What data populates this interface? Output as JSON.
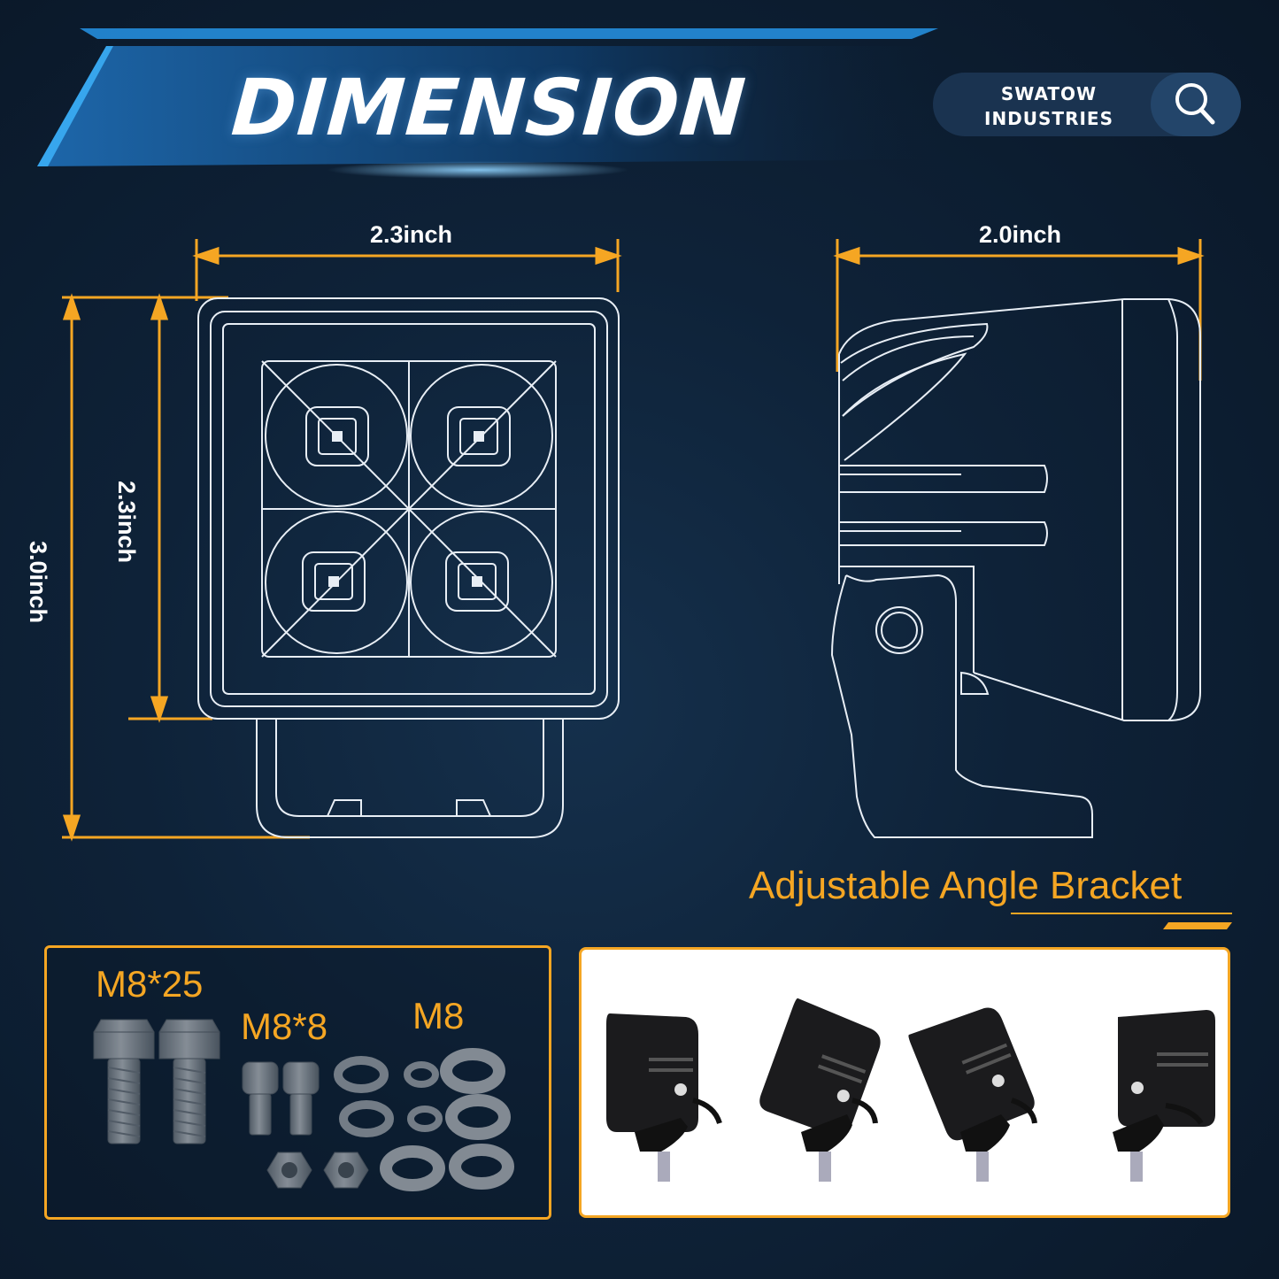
{
  "header": {
    "title": "DIMENSION",
    "brand_line1": "SWATOW",
    "brand_line2": "INDUSTRIES"
  },
  "dimensions": {
    "front_width": "2.3inch",
    "side_depth": "2.0inch",
    "housing_height": "2.3inch",
    "total_height": "3.0inch"
  },
  "bracket": {
    "title": "Adjustable Angle Bracket"
  },
  "hardware": {
    "bolt_label": "M8*25",
    "screw_label": "M8*8",
    "washer_label": "M8"
  },
  "colors": {
    "accent": "#f5a623",
    "background": "#0e2238",
    "line": "#e8eef5"
  },
  "icons": [
    "search-icon"
  ]
}
